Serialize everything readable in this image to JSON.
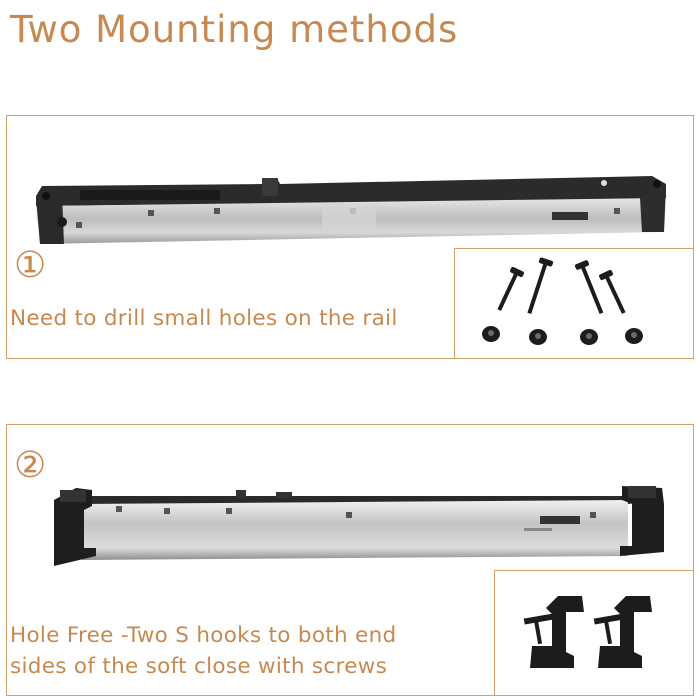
{
  "title": "Two Mounting methods",
  "method1": {
    "number": "①",
    "caption": "Need to drill small holes on the rail"
  },
  "method2": {
    "number": "②",
    "caption_line1": "Hole Free -Two S hooks to both end",
    "caption_line2": "sides of the soft close with screws"
  },
  "colors": {
    "accent": "#c7894f",
    "border": "#d4a06c",
    "steel": "#c9c9c9",
    "plastic": "#2a2a2a"
  }
}
